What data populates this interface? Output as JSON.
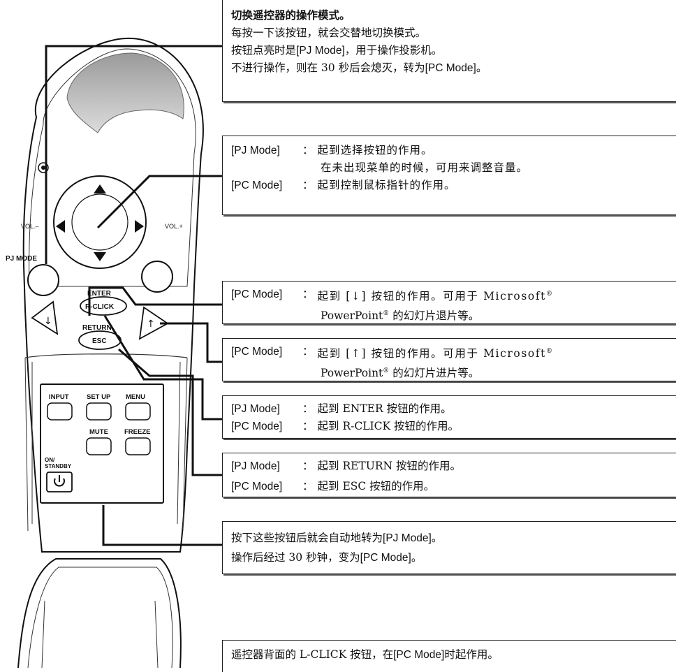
{
  "remote": {
    "vol_minus": "VOL.–",
    "vol_plus": "VOL.+",
    "pj_mode": "PJ MODE",
    "enter": "ENTER",
    "rclick": "R-CLICK",
    "return": "RETURN",
    "esc": "ESC",
    "input": "INPUT",
    "setup": "SET UP",
    "menu": "MENU",
    "mute": "MUTE",
    "freeze": "FREEZE",
    "on": "ON/",
    "standby": "STANDBY"
  },
  "callouts": {
    "c1": {
      "title": "切换遥控器的操作模式。",
      "line1": "每按一下该按钮，就会交替地切换模式。",
      "line2a": "按钮点亮时是",
      "line2b": "[PJ Mode]",
      "line2c": "，用于操作投影机。",
      "line3a": "不进行操作，则在 30 秒后会熄灭，转为",
      "line3b": "[PC Mode]",
      "line3c": "。"
    },
    "c2": {
      "lbl1": "[PJ Mode]",
      "sep": "：",
      "txt1": "起到选择按钮的作用。",
      "txt1b": "在未出现菜单的时候，可用来调整音量。",
      "lbl2": "[PC Mode]",
      "txt2": "起到控制鼠标指针的作用。"
    },
    "c3": {
      "lbl": "[PC Mode]",
      "sep": "：",
      "txt1": "起到 [↓] 按钮的作用。可用于 Microsoft",
      "reg": "®",
      "txt2a": "PowerPoint",
      "txt2b": "的幻灯片退片等。"
    },
    "c4": {
      "lbl": "[PC Mode]",
      "sep": "：",
      "txt1": "起到 [↑] 按钮的作用。可用于 Microsoft",
      "reg": "®",
      "txt2a": "PowerPoint",
      "txt2b": "的幻灯片进片等。"
    },
    "c5": {
      "lbl1": "[PJ Mode]",
      "sep": "：",
      "txt1": "起到 ENTER 按钮的作用。",
      "lbl2": "[PC Mode]",
      "txt2": "起到 R-CLICK 按钮的作用。"
    },
    "c6": {
      "lbl1": "[PJ Mode]",
      "sep": "：",
      "txt1": "起到 RETURN 按钮的作用。",
      "lbl2": "[PC Mode]",
      "txt2": "起到 ESC 按钮的作用。"
    },
    "c7": {
      "line1a": "按下这些按钮后就会自动地转为",
      "line1b": "[PJ Mode]",
      "line1c": "。",
      "line2a": "操作后经过 30 秒钟，变为",
      "line2b": "[PC Mode]",
      "line2c": "。"
    },
    "c8": {
      "line1a": "遥控器背面的 L-CLICK 按钮，在",
      "line1b": "[PC Mode]",
      "line1c": "时起作用。"
    }
  }
}
